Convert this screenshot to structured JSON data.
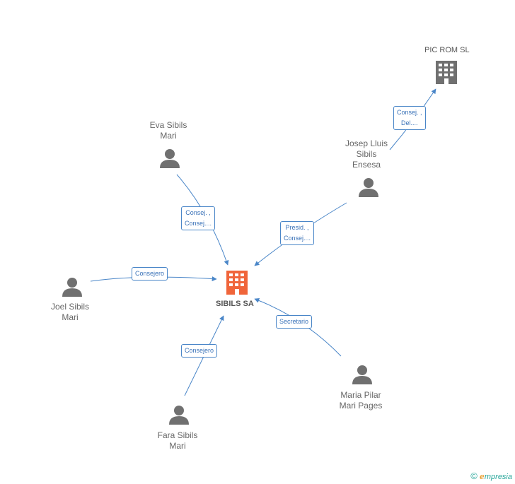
{
  "companies": {
    "main": {
      "name": "SIBILS SA",
      "color": "#f0653a"
    },
    "pic_rom": {
      "name": "PIC ROM SL",
      "color": "#707070"
    }
  },
  "people": {
    "eva": {
      "lines": [
        "Eva Sibils",
        "Mari"
      ]
    },
    "josep": {
      "lines": [
        "Josep Lluis",
        "Sibils",
        "Ensesa"
      ]
    },
    "joel": {
      "lines": [
        "Joel Sibils",
        "Mari"
      ]
    },
    "maria": {
      "lines": [
        "Maria Pilar",
        "Mari Pages"
      ]
    },
    "fara": {
      "lines": [
        "Fara Sibils",
        "Mari"
      ]
    }
  },
  "edges": {
    "josep_pic": {
      "lines": [
        "Consej. ,",
        "Del...."
      ]
    },
    "eva_main": {
      "lines": [
        "Consej. ,",
        "Consej...."
      ]
    },
    "josep_main": {
      "lines": [
        "Presid. ,",
        "Consej...."
      ]
    },
    "joel_main": {
      "lines": [
        "Consejero"
      ]
    },
    "maria_main": {
      "lines": [
        "Secretario"
      ]
    },
    "fara_main": {
      "lines": [
        "Consejero"
      ]
    }
  },
  "colors": {
    "edge": "#4a86c8",
    "person": "#707070"
  },
  "footer": {
    "copyright": "©",
    "brand_initial": "e",
    "brand_rest": "mpresia"
  }
}
